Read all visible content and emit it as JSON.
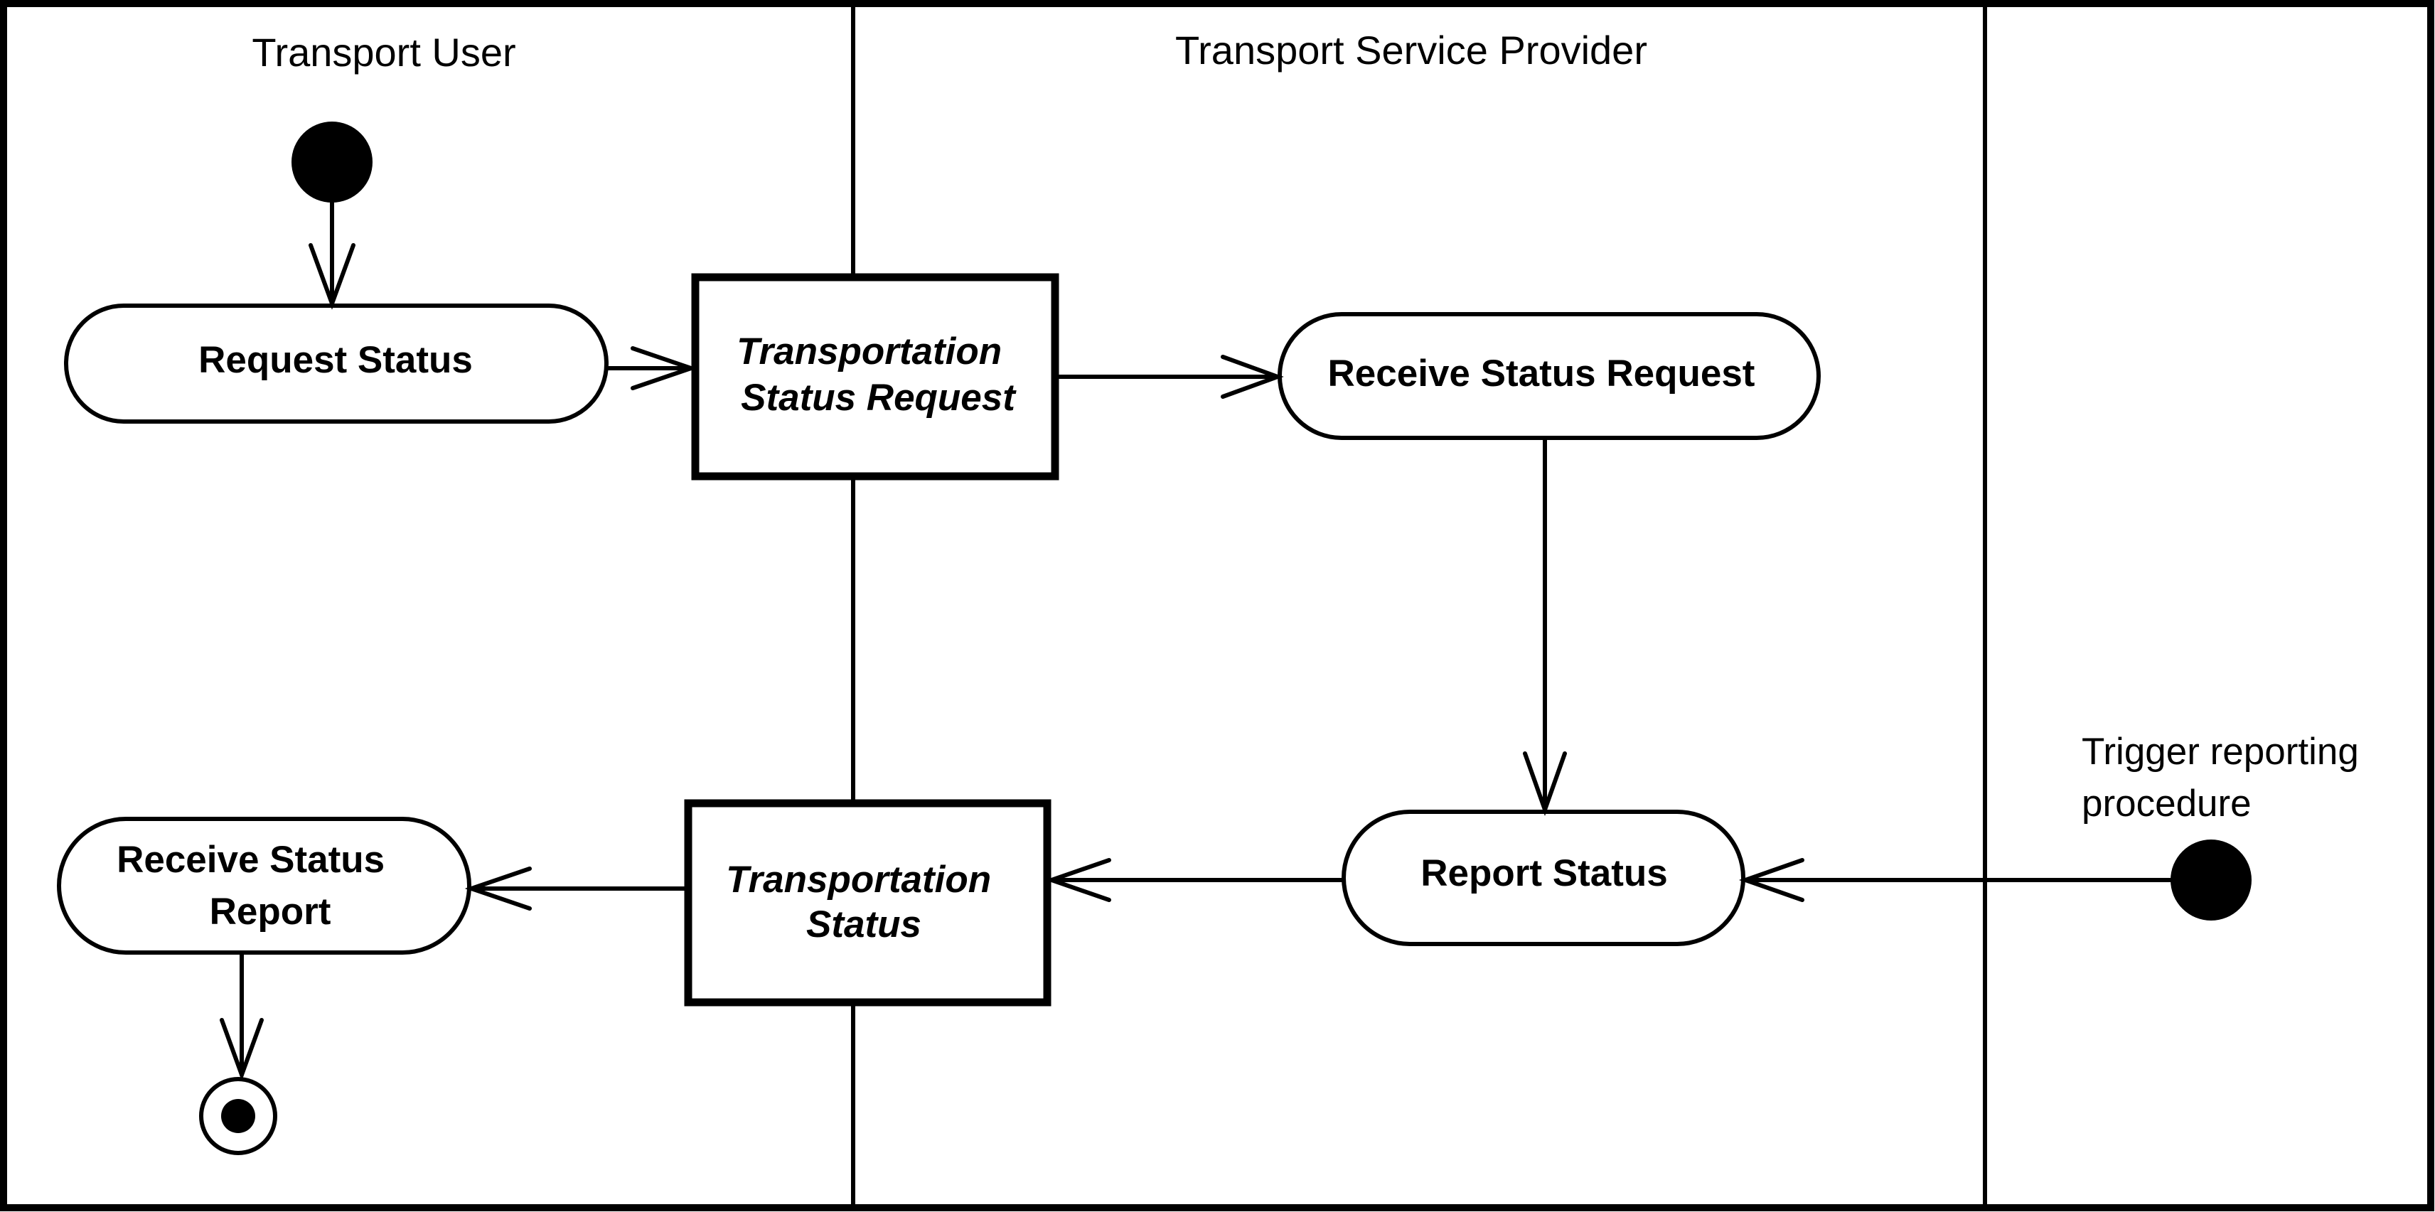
{
  "swimlanes": [
    {
      "title": "Transport User"
    },
    {
      "title": "Transport Service Provider"
    },
    {
      "title": ""
    }
  ],
  "actions": {
    "request_status": [
      "Request Status"
    ],
    "receive_status_request": [
      "Receive Status Request"
    ],
    "report_status": [
      "Report Status"
    ],
    "receive_status_report": [
      "Receive Status",
      "Report"
    ]
  },
  "objects": {
    "transportation_status_request": [
      "Transportation",
      "Status Request"
    ],
    "transportation_status": [
      "Transportation",
      "Status"
    ]
  },
  "trigger_label": [
    "Trigger reporting",
    "procedure"
  ]
}
